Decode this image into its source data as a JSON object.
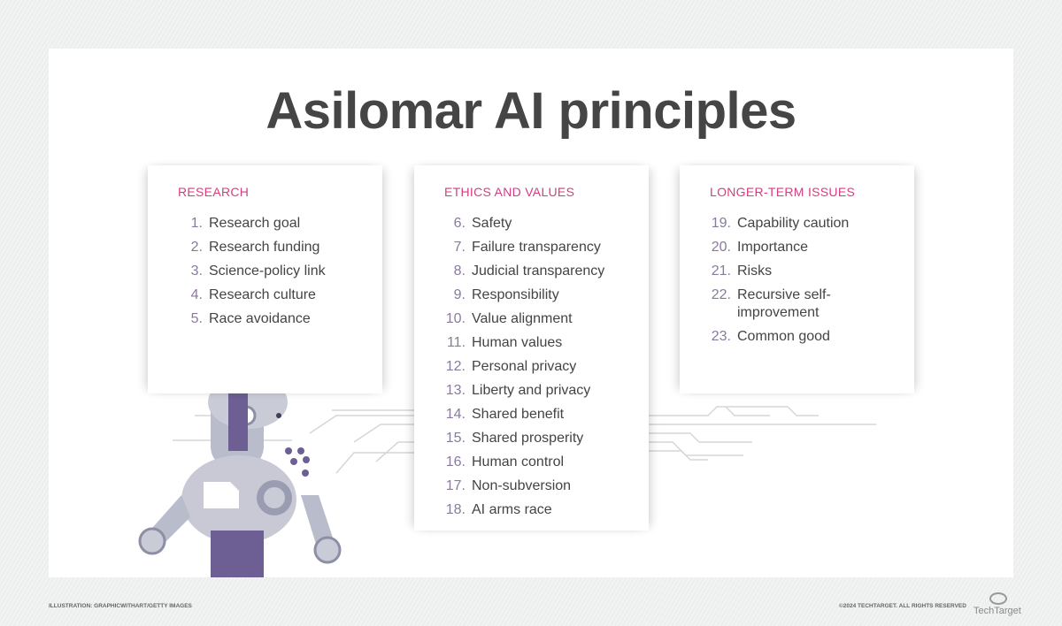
{
  "title": "Asilomar AI principles",
  "columns": [
    {
      "heading": "RESEARCH",
      "items": [
        {
          "num": "1.",
          "text": "Research goal"
        },
        {
          "num": "2.",
          "text": "Research funding"
        },
        {
          "num": "3.",
          "text": "Science-policy link"
        },
        {
          "num": "4.",
          "text": "Research culture"
        },
        {
          "num": "5.",
          "text": "Race avoidance"
        }
      ]
    },
    {
      "heading": "ETHICS AND VALUES",
      "items": [
        {
          "num": "6.",
          "text": "Safety"
        },
        {
          "num": "7.",
          "text": "Failure transparency"
        },
        {
          "num": "8.",
          "text": "Judicial transparency"
        },
        {
          "num": "9.",
          "text": "Responsibility"
        },
        {
          "num": "10.",
          "text": "Value alignment"
        },
        {
          "num": "11.",
          "text": "Human values"
        },
        {
          "num": "12.",
          "text": "Personal privacy"
        },
        {
          "num": "13.",
          "text": "Liberty and privacy"
        },
        {
          "num": "14.",
          "text": "Shared benefit"
        },
        {
          "num": "15.",
          "text": "Shared prosperity"
        },
        {
          "num": "16.",
          "text": "Human control"
        },
        {
          "num": "17.",
          "text": "Non-subversion"
        },
        {
          "num": "18.",
          "text": "AI arms race"
        }
      ]
    },
    {
      "heading": "LONGER-TERM ISSUES",
      "items": [
        {
          "num": "19.",
          "text": "Capability caution"
        },
        {
          "num": "20.",
          "text": "Importance"
        },
        {
          "num": "21.",
          "text": "Risks"
        },
        {
          "num": "22.",
          "text": "Recursive self-improvement"
        },
        {
          "num": "23.",
          "text": "Common good"
        }
      ]
    }
  ],
  "footer": {
    "credit": "ILLUSTRATION: GRAPHICWITHART/GETTY IMAGES",
    "copyright": "©2024 TECHTARGET. ALL RIGHTS RESERVED",
    "logo": "TechTarget"
  },
  "colors": {
    "heading": "#d63c7f",
    "number": "#8a7a9e",
    "text": "#444444"
  }
}
